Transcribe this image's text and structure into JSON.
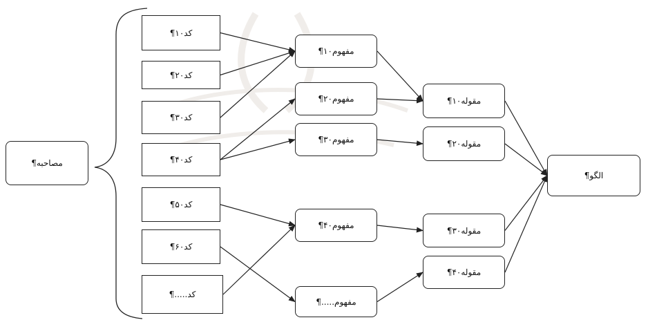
{
  "nodes": {
    "interview": "مصاحبه¶",
    "code1": "کد۱۰¶",
    "code2": "کد۲۰¶",
    "code3": "کد۳۰¶",
    "code4": "کد۴۰¶",
    "code5": "کد۵۰¶",
    "code6": "کد۶۰¶",
    "code_more": "کد.....¶",
    "concept1": "مفهوم۱۰¶",
    "concept2": "مفهوم۲۰¶",
    "concept3": "مفهوم۳۰¶",
    "concept4": "مفهوم۴۰¶",
    "concept_more": "مفهوم.....¶",
    "category1": "مقوله۱۰¶",
    "category2": "مقوله۲۰¶",
    "category3": "مقوله۳۰¶",
    "category4": "مقوله۴۰¶",
    "pattern": "الگو¶"
  },
  "edges": [
    [
      "code1",
      "concept1"
    ],
    [
      "code2",
      "concept1"
    ],
    [
      "code3",
      "concept1"
    ],
    [
      "code4",
      "concept2"
    ],
    [
      "code4",
      "concept3"
    ],
    [
      "code5",
      "concept4"
    ],
    [
      "code6",
      "concept_more"
    ],
    [
      "code_more",
      "concept4"
    ],
    [
      "concept1",
      "category1"
    ],
    [
      "concept2",
      "category1"
    ],
    [
      "concept3",
      "category2"
    ],
    [
      "concept4",
      "category3"
    ],
    [
      "concept_more",
      "category4"
    ],
    [
      "category1",
      "pattern"
    ],
    [
      "category2",
      "pattern"
    ],
    [
      "category3",
      "pattern"
    ],
    [
      "category4",
      "pattern"
    ]
  ],
  "colors": {
    "line": "#222222",
    "watermark": "#7a5a3a"
  }
}
